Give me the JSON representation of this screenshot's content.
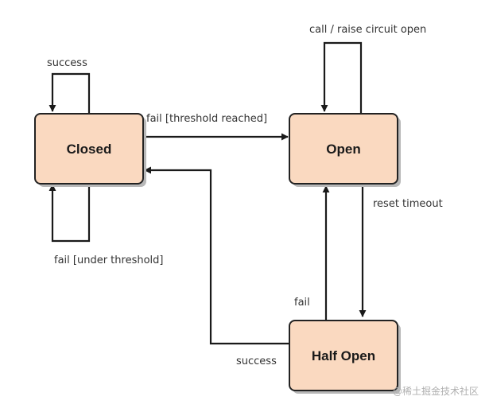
{
  "colors": {
    "node_fill": "#fad9c0",
    "node_stroke": "#222222",
    "edge": "#1a1a1a",
    "text": "#333333"
  },
  "nodes": {
    "closed": {
      "label": "Closed"
    },
    "open": {
      "label": "Open"
    },
    "half_open": {
      "label": "Half Open"
    }
  },
  "edges": {
    "closed_success": {
      "label": "success"
    },
    "closed_to_open": {
      "label": "fail [threshold reached]"
    },
    "closed_fail_under": {
      "label": "fail [under threshold]"
    },
    "open_self": {
      "label": "call / raise circuit open"
    },
    "open_to_half_open": {
      "label": "reset timeout"
    },
    "half_open_to_open": {
      "label": "fail"
    },
    "half_open_to_closed": {
      "label": "success"
    }
  },
  "watermark": "@稀土掘金技术社区"
}
